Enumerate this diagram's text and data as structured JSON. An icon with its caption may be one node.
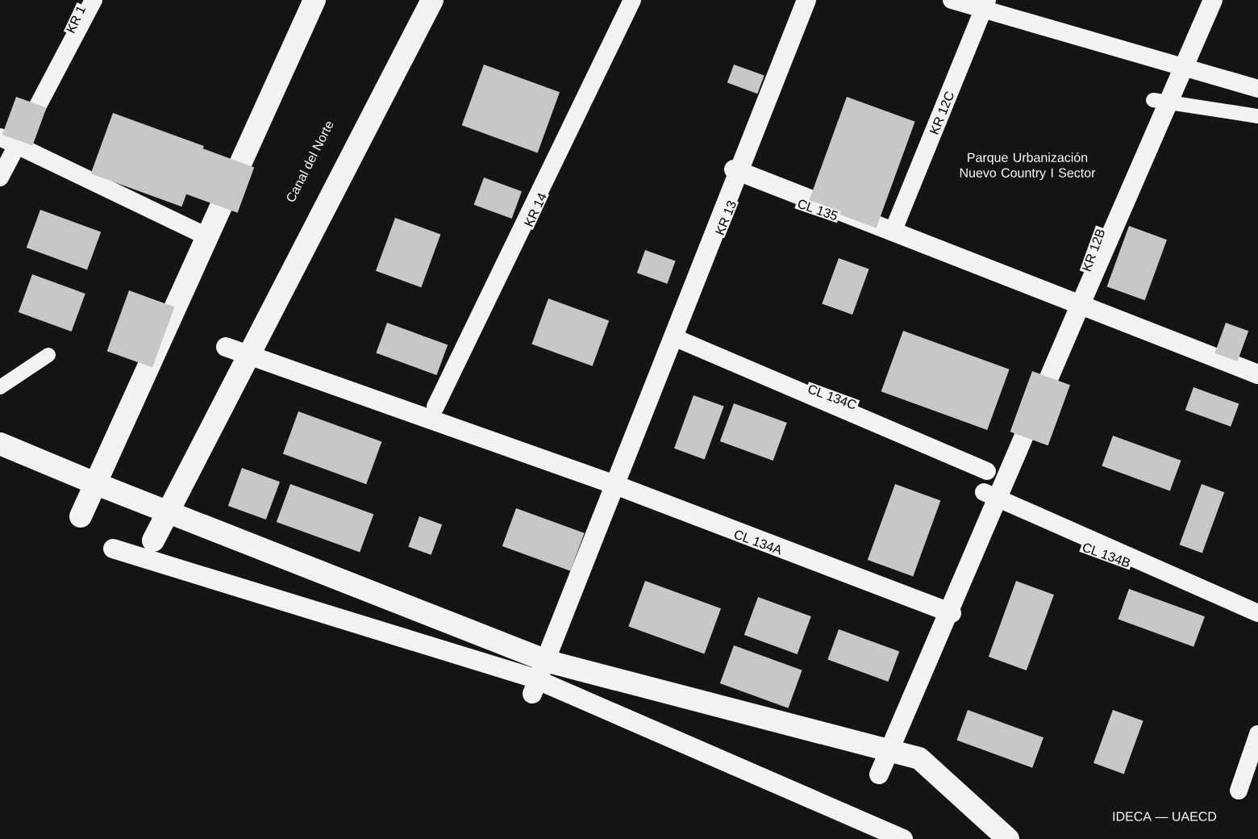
{
  "diagram": {
    "labels": [
      "KR 1",
      "Canal del Norte",
      "KR 14",
      "KR 13",
      "KR 12C",
      "Parque Urbanización Nuevo Country I Sector",
      "CL 135",
      "KR 12B",
      "CL 134C",
      "CL 134A",
      "CL 134B",
      "IDECA — UAECD"
    ]
  }
}
